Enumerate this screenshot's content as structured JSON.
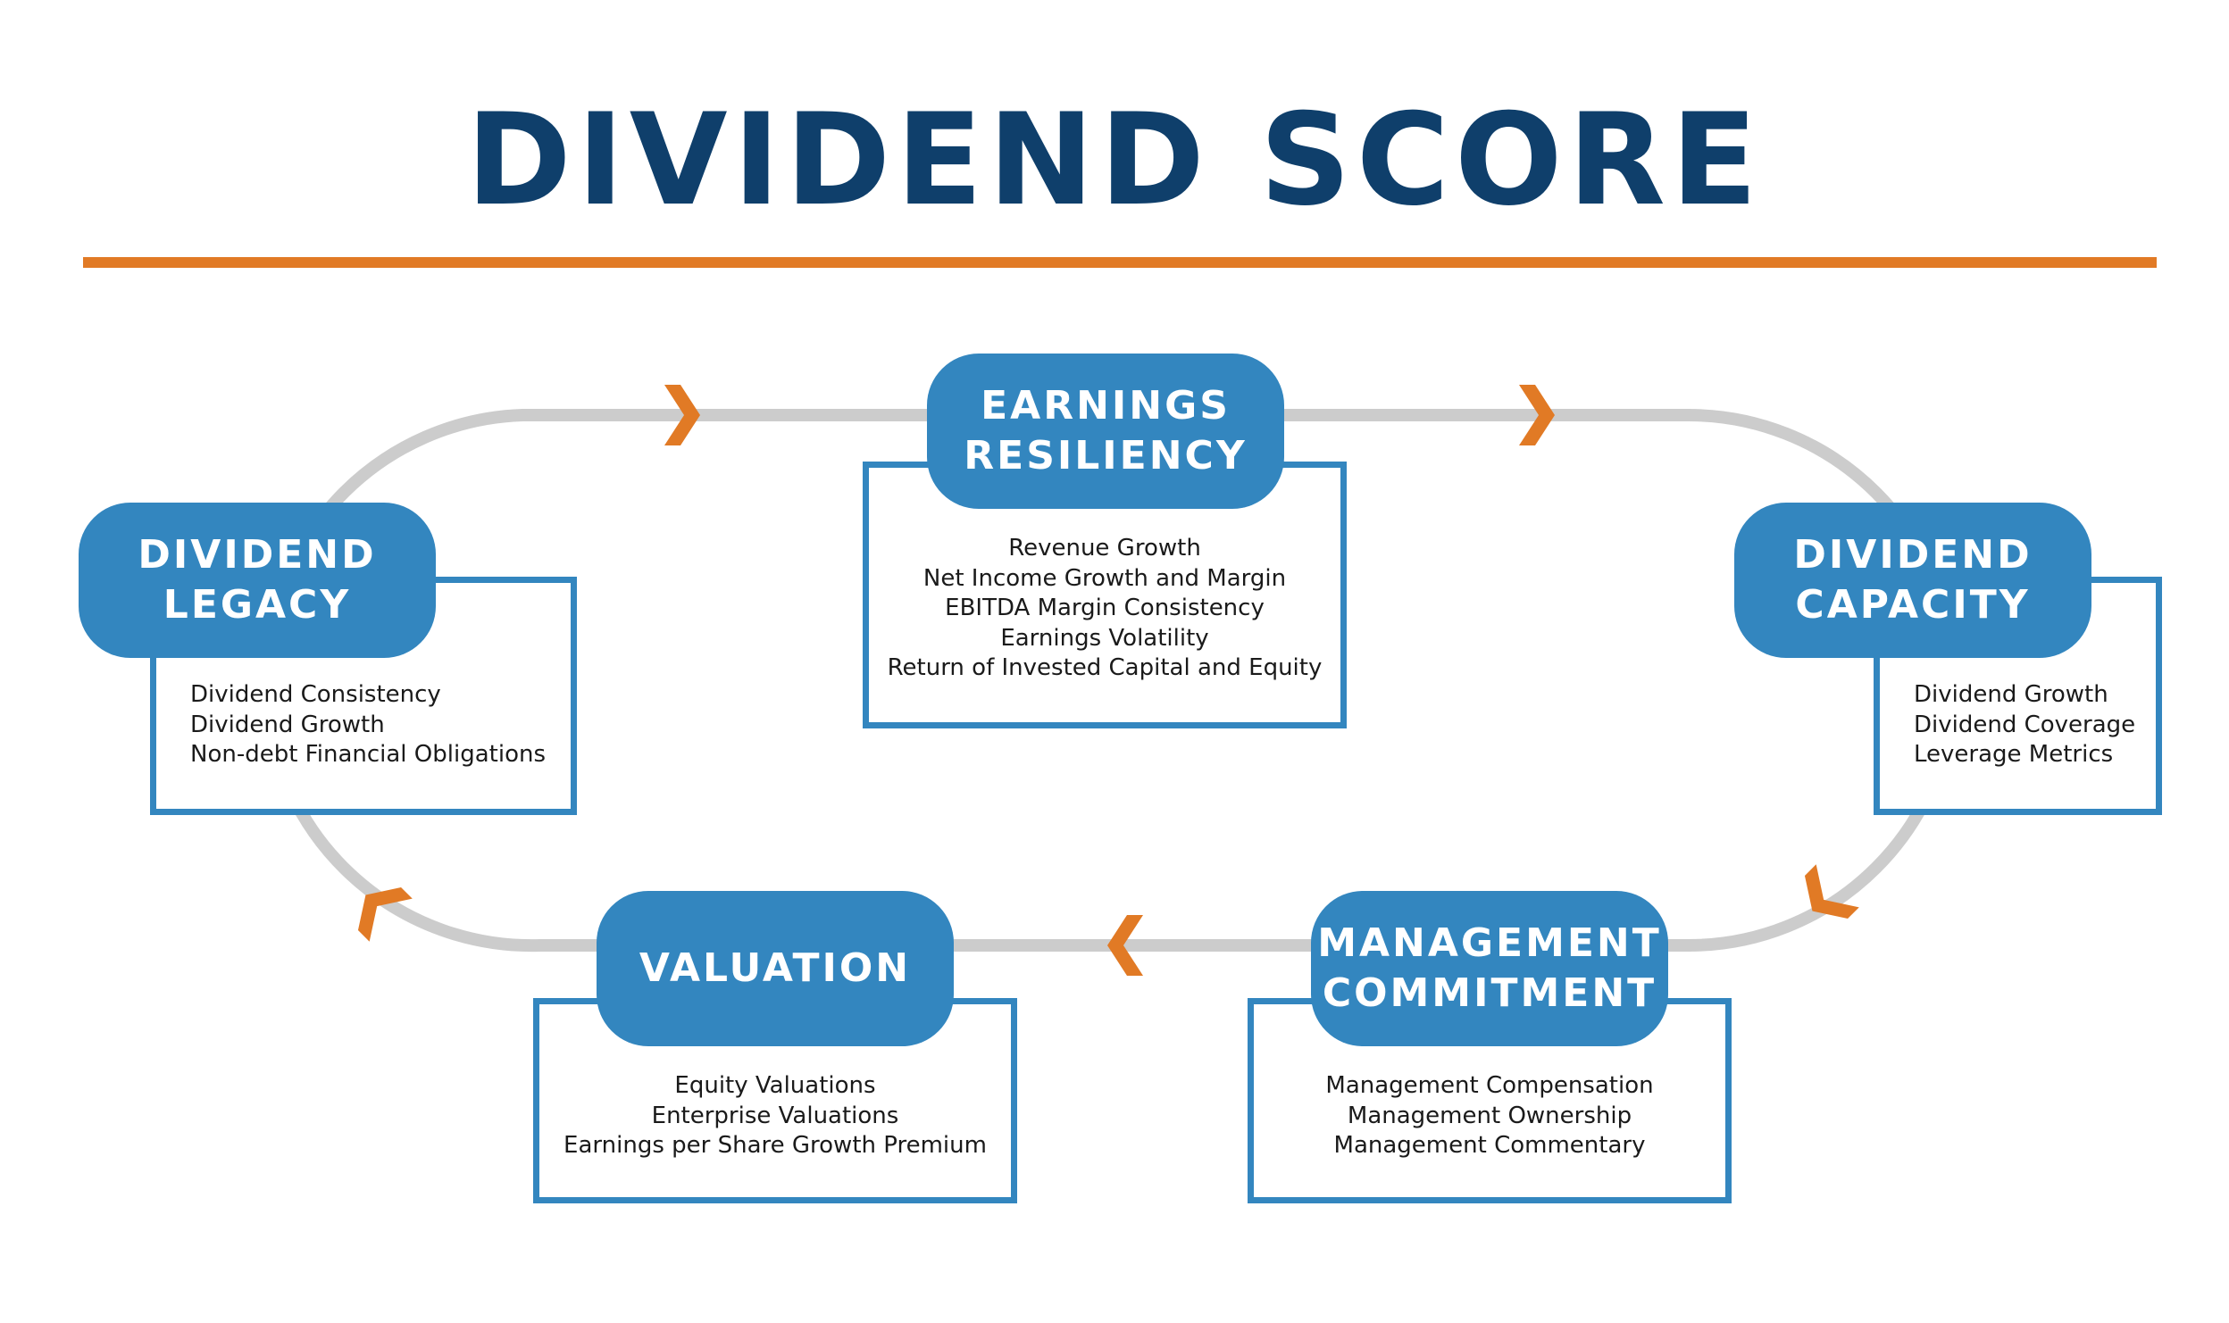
{
  "title": "DIVIDEND SCORE",
  "colors": {
    "navy": "#0f3f6b",
    "blue": "#3386bf",
    "orange": "#e17a25",
    "track": "#cccccc"
  },
  "stages": {
    "earnings": {
      "heading": [
        "EARNINGS",
        "RESILIENCY"
      ],
      "items": [
        "Revenue Growth",
        "Net Income Growth and Margin",
        "EBITDA Margin Consistency",
        "Earnings Volatility",
        "Return of Invested Capital and Equity"
      ]
    },
    "capacity": {
      "heading": [
        "DIVIDEND",
        "CAPACITY"
      ],
      "items": [
        "Dividend Growth",
        "Dividend Coverage",
        "Leverage Metrics"
      ]
    },
    "management": {
      "heading": [
        "MANAGEMENT",
        "COMMITMENT"
      ],
      "items": [
        "Management Compensation",
        "Management Ownership",
        "Management Commentary"
      ]
    },
    "valuation": {
      "heading": [
        "VALUATION"
      ],
      "items": [
        "Equity Valuations",
        "Enterprise Valuations",
        "Earnings per Share Growth Premium"
      ]
    },
    "legacy": {
      "heading": [
        "DIVIDEND",
        "LEGACY"
      ],
      "items": [
        "Dividend Consistency",
        "Dividend Growth",
        "Non-debt Financial Obligations"
      ]
    }
  },
  "flow_arrows": [
    "chevron-right-icon",
    "chevron-right-icon",
    "chevron-down-left-icon",
    "chevron-left-icon",
    "chevron-up-left-icon"
  ]
}
